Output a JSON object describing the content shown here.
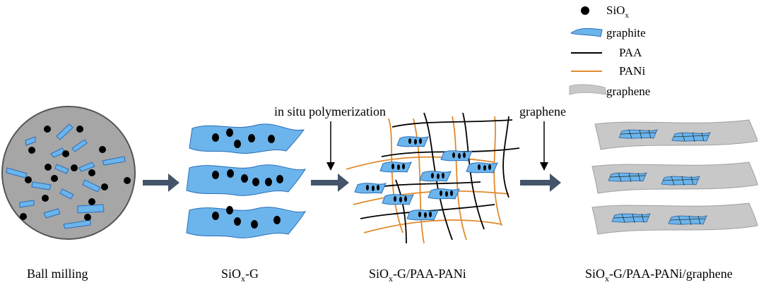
{
  "legend": {
    "items": [
      {
        "icon": "black-dot",
        "label_main": "SiO",
        "label_sub": "x"
      },
      {
        "icon": "blue-flake",
        "label_main": "graphite"
      },
      {
        "icon": "black-line",
        "label_main": "PAA"
      },
      {
        "icon": "orange-line",
        "label_main": "PANi"
      },
      {
        "icon": "gray-sheet",
        "label_main": "graphene"
      }
    ]
  },
  "steps": [
    {
      "name": "Ball milling"
    },
    {
      "name": "SiOx-G",
      "label_main": "SiO",
      "label_sub": "x",
      "label_rest": "-G"
    },
    {
      "name": "SiOx-G/PAA-PANi",
      "label_main": "SiO",
      "label_sub": "x",
      "label_rest": "-G/PAA-PANi"
    },
    {
      "name": "SiOx-G/PAA-PANi/graphene",
      "label_main": "SiO",
      "label_sub": "x",
      "label_rest": "-G/PAA-PANi/graphene"
    }
  ],
  "annotations": {
    "step2_process": "in situ polymerization",
    "step3_process": "graphene"
  },
  "colors": {
    "graphite": "#6cb4ec",
    "sio_particle": "#000000",
    "paa": "#000000",
    "pani": "#e08a2e",
    "graphene": "#c8c8c8",
    "mill_disk": "#a6a6a6",
    "arrow": "#44546a"
  }
}
